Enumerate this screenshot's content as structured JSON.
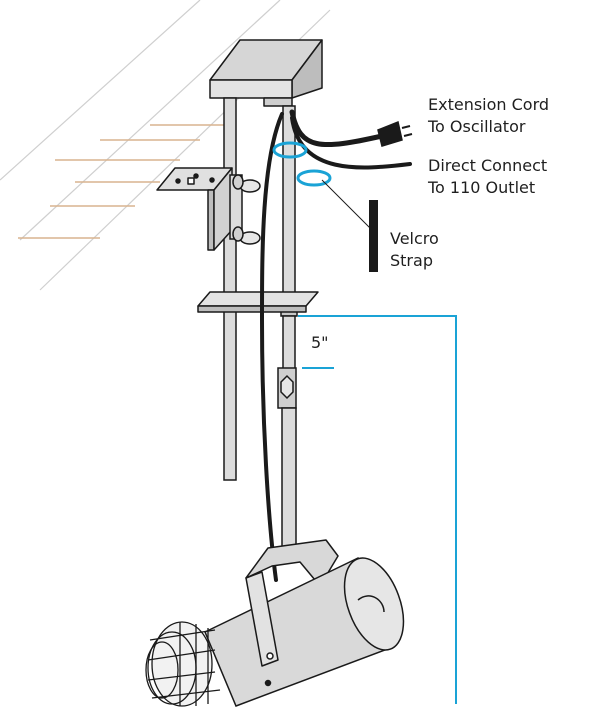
{
  "labels": {
    "extension_cord": [
      "Extension Cord",
      "To Oscillator"
    ],
    "direct_connect": [
      "Direct Connect",
      "To 110 Outlet"
    ],
    "velcro": [
      "Velcro",
      "Strap"
    ],
    "dimension": "5\""
  },
  "colors": {
    "line": "#1a1a1a",
    "metal": "#dcdcdc",
    "metal_dark": "#b5b5b5",
    "wood": "#d9b48f",
    "hatch": "#cfcfcf",
    "accent": "#1aa3d6"
  }
}
